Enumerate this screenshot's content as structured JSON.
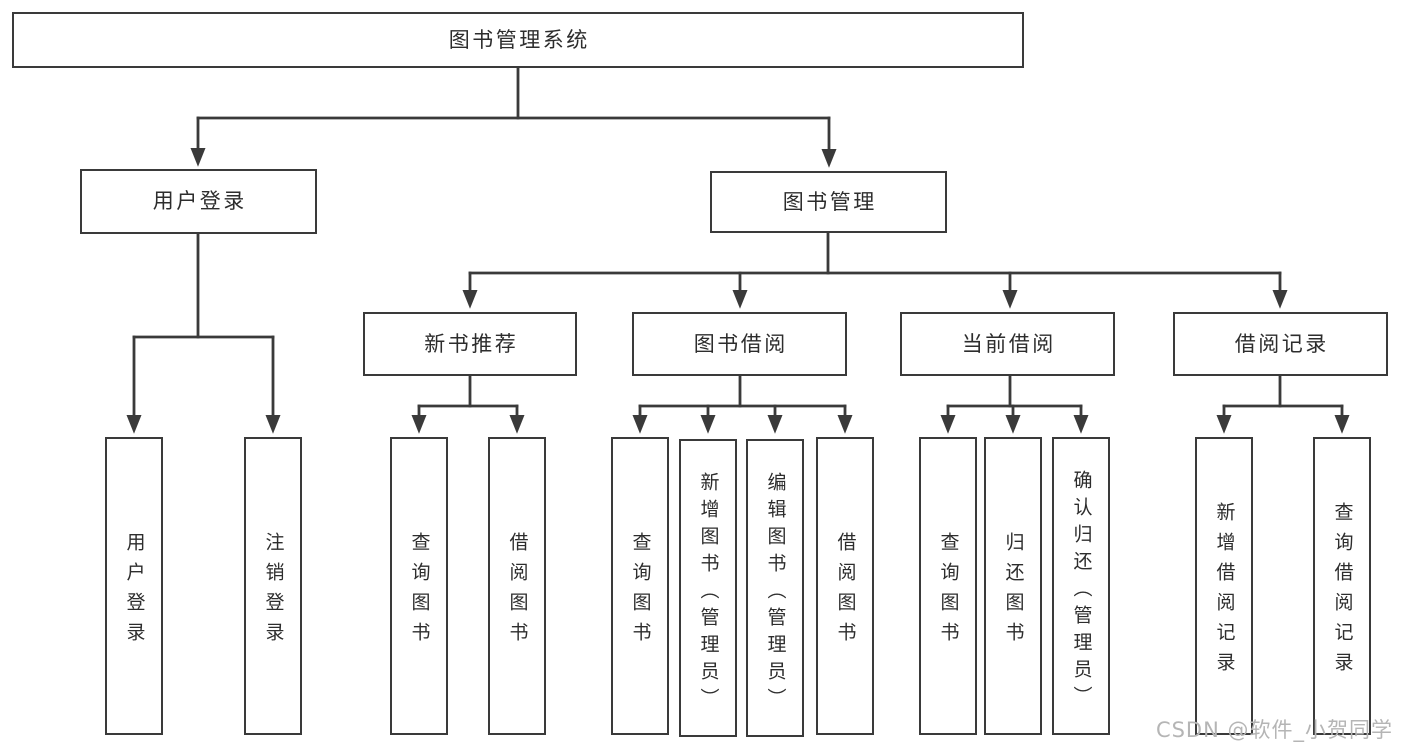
{
  "diagram_type": "hierarchy-tree",
  "colors": {
    "line": "#3a3a3a",
    "box_border": "#3a3a3a",
    "box_fill": "#ffffff",
    "text": "#2d2d2d",
    "watermark": "#b5b5b5",
    "background": "#ffffff"
  },
  "nodes": {
    "root": "图书管理系统",
    "user_login": "用户登录",
    "book_mgmt": "图书管理",
    "new_book_rec": "新书推荐",
    "book_borrowing": "图书借阅",
    "current_borrowing": "当前借阅",
    "borrowing_records": "借阅记录",
    "leaf_user_login": "用户登录",
    "leaf_logout": "注销登录",
    "leaf_nbr_query": "查询图书",
    "leaf_nbr_borrow": "借阅图书",
    "leaf_bb_query": "查询图书",
    "leaf_bb_add": "新增图书（管理员）",
    "leaf_bb_edit": "编辑图书（管理员）",
    "leaf_bb_borrow": "借阅图书",
    "leaf_cb_query": "查询图书",
    "leaf_cb_return": "归还图书",
    "leaf_cb_confirm": "确认归还（管理员）",
    "leaf_br_add": "新增借阅记录",
    "leaf_br_query": "查询借阅记录"
  },
  "hierarchy": {
    "root": [
      "user_login",
      "book_mgmt"
    ],
    "user_login": [
      "leaf_user_login",
      "leaf_logout"
    ],
    "book_mgmt": [
      "new_book_rec",
      "book_borrowing",
      "current_borrowing",
      "borrowing_records"
    ],
    "new_book_rec": [
      "leaf_nbr_query",
      "leaf_nbr_borrow"
    ],
    "book_borrowing": [
      "leaf_bb_query",
      "leaf_bb_add",
      "leaf_bb_edit",
      "leaf_bb_borrow"
    ],
    "current_borrowing": [
      "leaf_cb_query",
      "leaf_cb_return",
      "leaf_cb_confirm"
    ],
    "borrowing_records": [
      "leaf_br_add",
      "leaf_br_query"
    ]
  },
  "watermark": "CSDN @软件_小贺同学"
}
